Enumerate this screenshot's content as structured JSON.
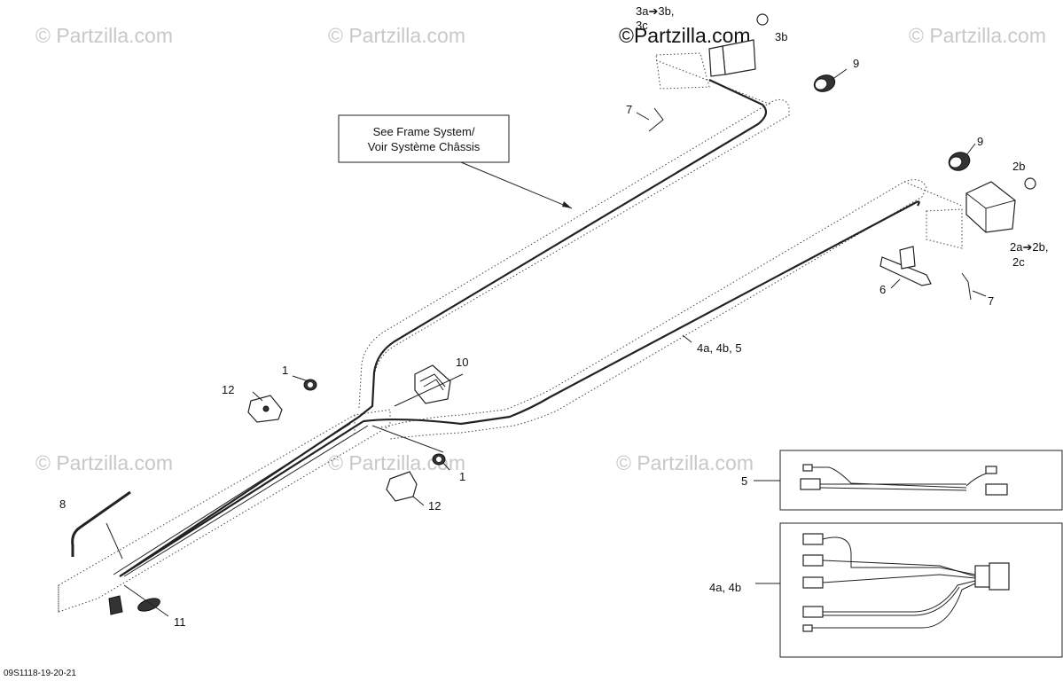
{
  "watermark": {
    "text": "© Partzilla.com",
    "top_text": "©Partzilla.com"
  },
  "note_box": {
    "line1": "See Frame System/",
    "line2": "Voir Système Châssis"
  },
  "callouts": {
    "c3a": "3a➔3b,",
    "c3c": "3c",
    "c3b": "3b",
    "c9_top": "9",
    "c9_right": "9",
    "c7_top": "7",
    "c7_right": "7",
    "c2b": "2b",
    "c2a": "2a➔2b,",
    "c2c": "2c",
    "c6": "6",
    "c4a5": "4a, 4b, 5",
    "c1_top": "1",
    "c10": "10",
    "c12_top": "12",
    "c1_bottom": "1",
    "c12_bottom": "12",
    "c8": "8",
    "c11": "11",
    "c5": "5",
    "c4ab": "4a, 4b"
  },
  "drawing_code": "09S1118-19-20-21"
}
